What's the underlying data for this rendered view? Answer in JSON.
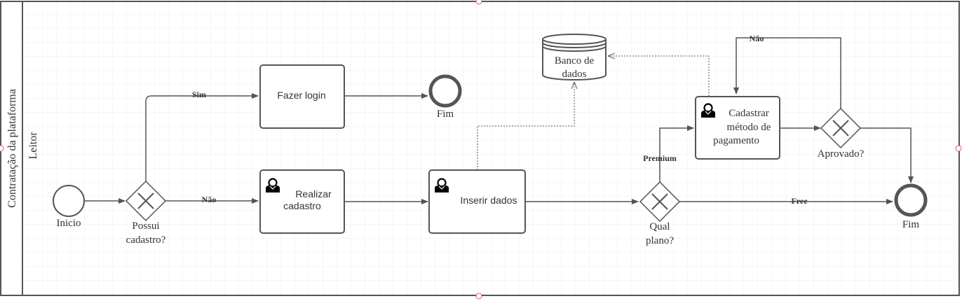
{
  "pool": {
    "title": "Contratação da plataforma",
    "lane": "Leitor"
  },
  "nodes": {
    "start": {
      "label": "Inicio"
    },
    "gateway_cadastro": {
      "label_line1": "Possui",
      "label_line2": "cadastro?"
    },
    "task_login": {
      "label": "Fazer login"
    },
    "end_top": {
      "label": "Fim"
    },
    "task_cadastro": {
      "label_line1": "Realizar",
      "label_line2": "cadastro",
      "icon": "user-icon"
    },
    "task_inserir": {
      "label": "Inserir dados",
      "icon": "user-icon"
    },
    "database": {
      "label_line1": "Banco de",
      "label_line2": "dados"
    },
    "gateway_plano": {
      "label_line1": "Qual",
      "label_line2": "plano?"
    },
    "task_pagamento": {
      "label_line1": "Cadastrar",
      "label_line2": "método de",
      "label_line3": "pagamento",
      "icon": "user-icon"
    },
    "gateway_aprovado": {
      "label": "Aprovado?"
    },
    "end_final": {
      "label": "Fim"
    }
  },
  "edges": {
    "sim": "Sim",
    "nao_cadastro": "Não",
    "premium": "Premium",
    "free": "Free",
    "nao_aprovado": "Não"
  },
  "colors": {
    "stroke": "#555555",
    "grid": "#ececec",
    "handle": "#e05a5a"
  }
}
